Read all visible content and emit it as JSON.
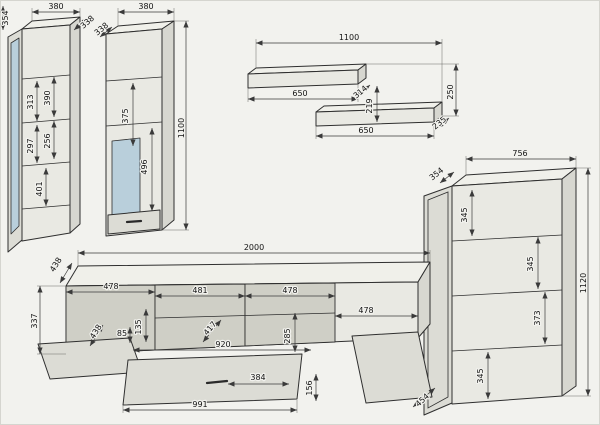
{
  "colors": {
    "glass_panel": "#b9cfdb"
  },
  "dims": {
    "cab_a": {
      "depth": "354",
      "width": "380",
      "diagonal": "338",
      "s1": "313",
      "s2": "390",
      "s3": "297",
      "s4": "256",
      "s5": "401"
    },
    "cab_b": {
      "width": "380",
      "diagonal": "338",
      "s1": "375",
      "s2": "496",
      "height": "1100"
    },
    "shelves": {
      "width": "1100",
      "shelf1_len": "650",
      "diag1": "314",
      "gap": "219",
      "shelf2_len": "650",
      "diag2": "235",
      "height": "250"
    },
    "cab_r": {
      "depth": "354",
      "width": "756",
      "height": "1120",
      "s1": "345",
      "s2": "345",
      "s3": "373",
      "s4": "345"
    },
    "tv": {
      "width": "2000",
      "sec1": "478",
      "sec2": "481",
      "sec3": "478",
      "sec4": "478",
      "depth": "438",
      "height": "337",
      "inner_depth": "438",
      "inner_h1": "85",
      "inner_h2": "135",
      "inner_diag": "417",
      "inner_w": "920",
      "inner_h3": "285",
      "flap_dim": "384",
      "plinth": "156",
      "flap_w": "991",
      "corner_diag": "454"
    }
  }
}
